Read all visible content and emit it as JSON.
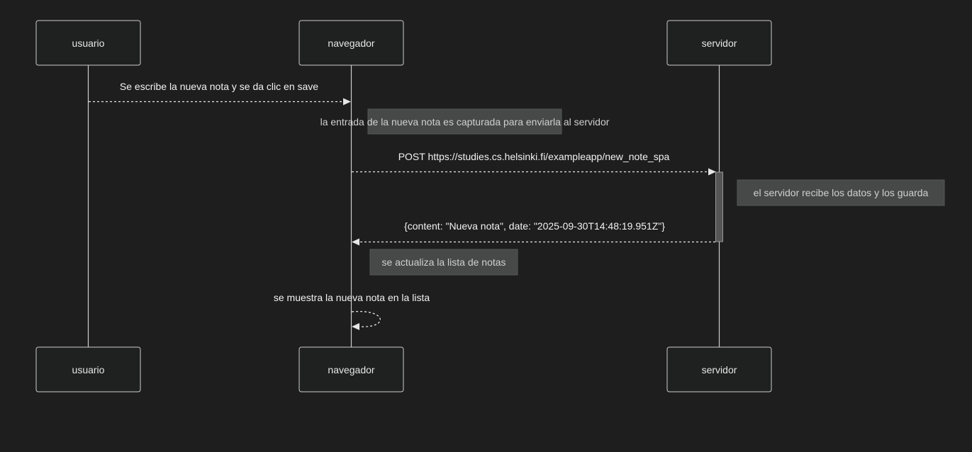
{
  "colors": {
    "background": "#1e1e1e",
    "actor_fill": "#1f2020",
    "actor_border": "#cccccc",
    "line": "#e6e6e6",
    "note_fill": "#474949",
    "text": "#f2f2f2"
  },
  "actors": [
    {
      "id": "usuario",
      "label": "usuario"
    },
    {
      "id": "navegador",
      "label": "navegador"
    },
    {
      "id": "servidor",
      "label": "servidor"
    }
  ],
  "messages": [
    {
      "from": "usuario",
      "to": "navegador",
      "label": "Se escribe la nueva nota y se da clic en save",
      "style": "dotted"
    },
    {
      "from": "navegador",
      "to": "servidor",
      "label": "POST https://studies.cs.helsinki.fi/exampleapp/new_note_spa",
      "style": "dotted"
    },
    {
      "from": "servidor",
      "to": "navegador",
      "label": "{content: \"Nueva nota\", date: \"2025-09-30T14:48:19.951Z\"}",
      "style": "dotted"
    },
    {
      "from": "navegador",
      "to": "navegador",
      "label": "se muestra la nueva nota en la lista",
      "style": "dotted-self"
    }
  ],
  "notes": [
    {
      "over": "navegador",
      "position": "right-of",
      "label": "la entrada de la nueva nota es capturada para enviarla al servidor"
    },
    {
      "over": "servidor",
      "position": "right-of",
      "label": "el servidor recibe los datos y los guarda"
    },
    {
      "over": "navegador",
      "position": "right-of",
      "label": "se actualiza la lista de notas"
    }
  ],
  "activations": [
    {
      "actor": "servidor"
    }
  ]
}
